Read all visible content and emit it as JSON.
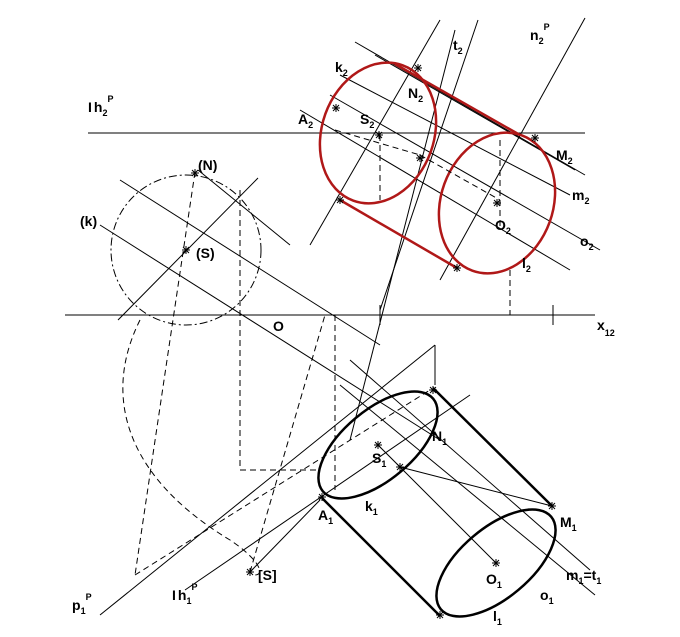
{
  "labels": {
    "t2": {
      "main": "t",
      "sub": "2"
    },
    "n2": {
      "main": "n",
      "sub": "2",
      "sup": "P"
    },
    "k2": {
      "main": "k",
      "sub": "2"
    },
    "N2": {
      "main": "N",
      "sub": "2"
    },
    "h2": {
      "pre": "I",
      "main": "h",
      "sub": "2",
      "sup": "P"
    },
    "A2": {
      "main": "A",
      "sub": "2"
    },
    "S2": {
      "main": "S",
      "sub": "2"
    },
    "M2": {
      "main": "M",
      "sub": "2"
    },
    "m2": {
      "main": "m",
      "sub": "2"
    },
    "O2": {
      "main": "O",
      "sub": "2"
    },
    "o2": {
      "main": "o",
      "sub": "2"
    },
    "l2": {
      "main": "l",
      "sub": "2"
    },
    "N_rot": {
      "main": "(N)"
    },
    "k_rot": {
      "main": "(k)"
    },
    "S_rot": {
      "main": "(S)"
    },
    "O": {
      "main": "O"
    },
    "x12": {
      "main": "x",
      "sub": "12"
    },
    "N1": {
      "main": "N",
      "sub": "1"
    },
    "S1": {
      "main": "S",
      "sub": "1"
    },
    "A1": {
      "main": "A",
      "sub": "1"
    },
    "k1": {
      "main": "k",
      "sub": "1"
    },
    "M1": {
      "main": "M",
      "sub": "1"
    },
    "m1t1": {
      "main": "m",
      "sub": "1",
      "tail": "=t",
      "sub2": "1"
    },
    "O1": {
      "main": "O",
      "sub": "1"
    },
    "o1": {
      "main": "o",
      "sub": "1"
    },
    "l1": {
      "main": "l",
      "sub": "1"
    },
    "S_bracket": {
      "main": "[S]"
    },
    "p1": {
      "main": "p",
      "sub": "1",
      "sup": "P"
    },
    "h1": {
      "pre": "I",
      "main": "h",
      "sub": "1",
      "sup": "P"
    }
  },
  "colors": {
    "ink": "#000000",
    "upper_cylinder": "#b01818"
  }
}
